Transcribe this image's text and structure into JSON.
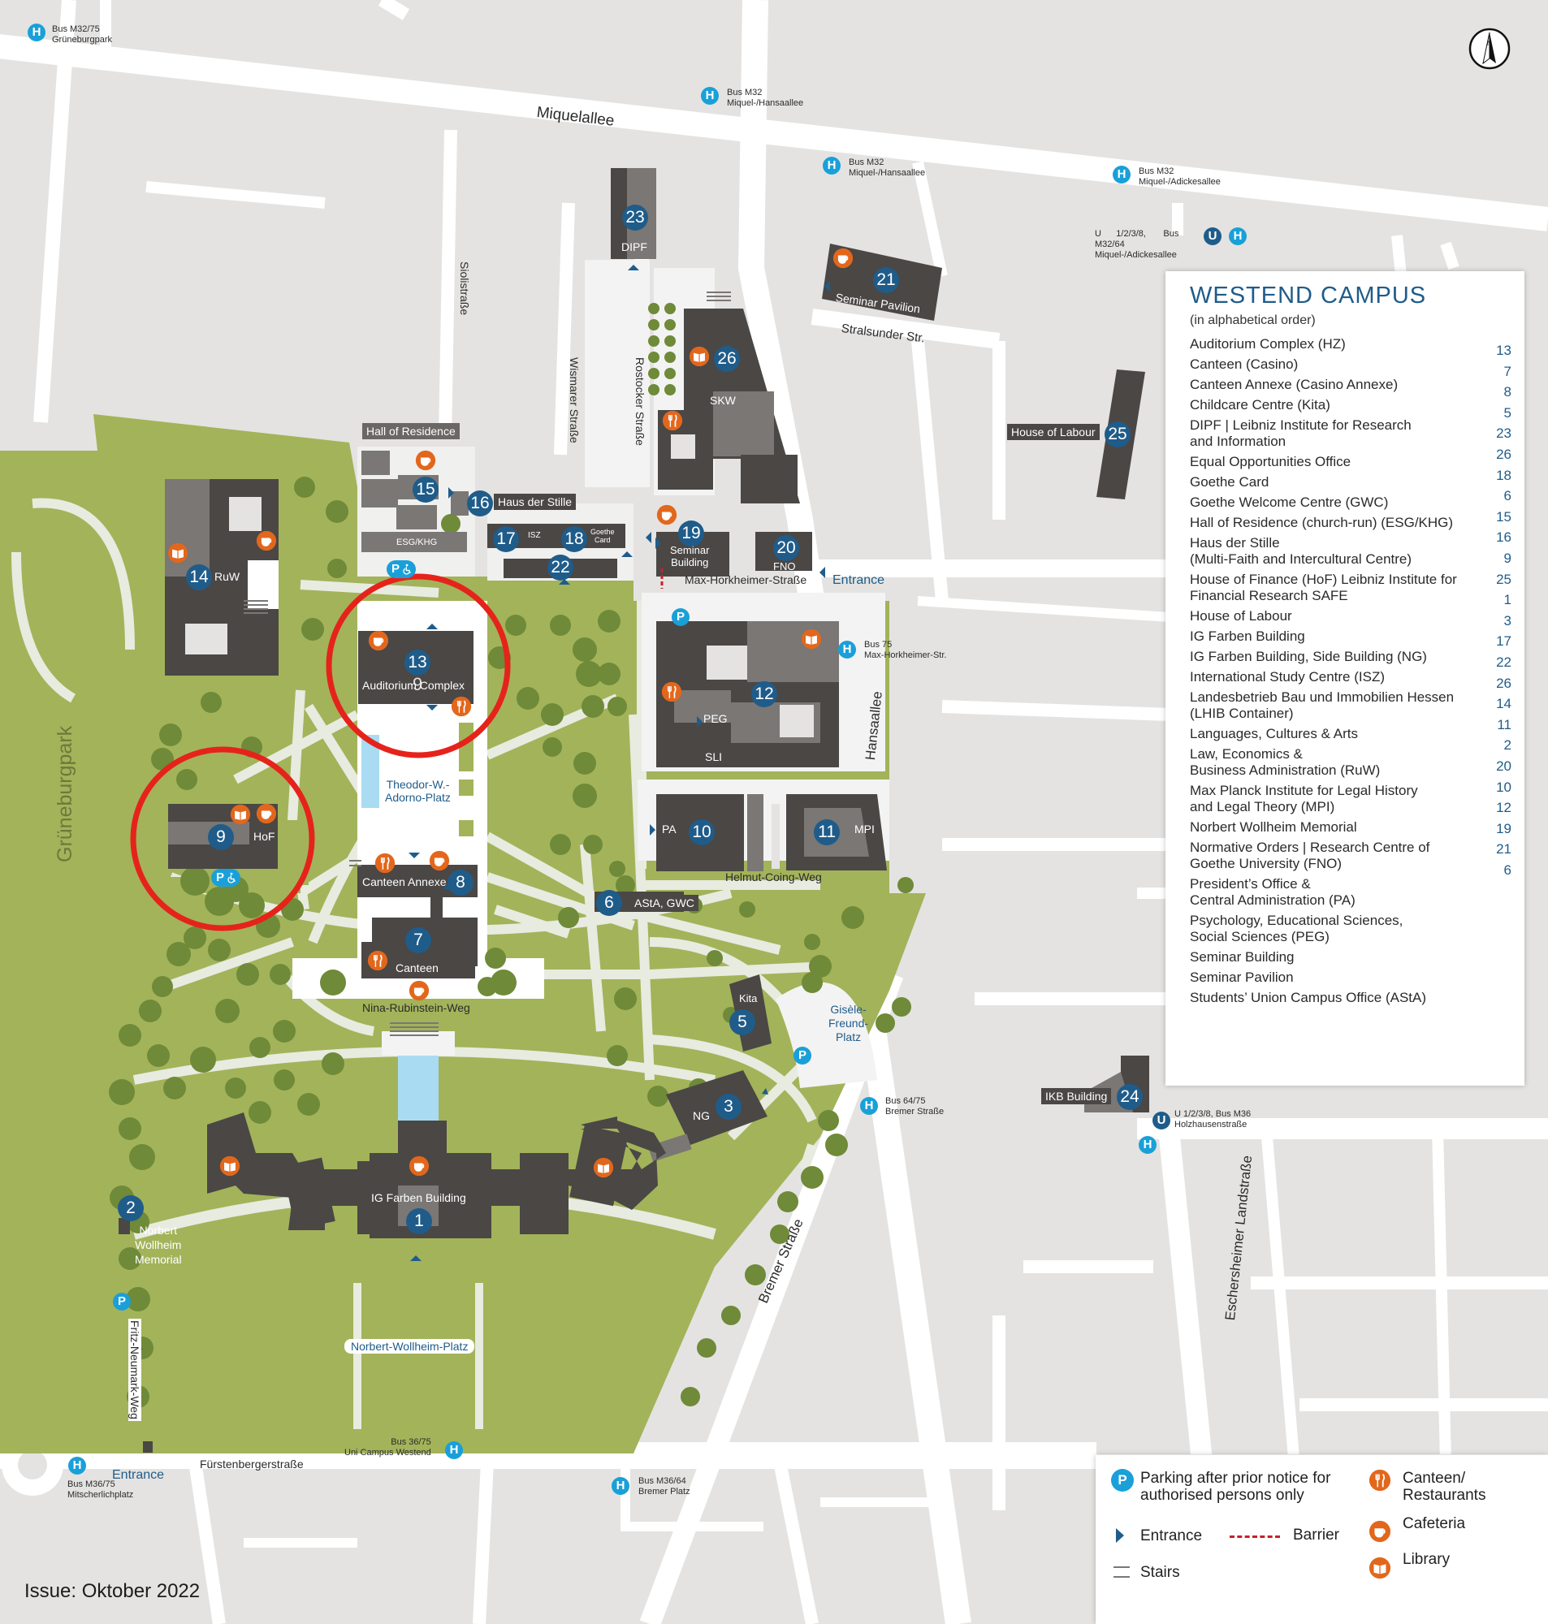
{
  "map": {
    "street_labels": {
      "miquelallee": "Miquelallee",
      "siolistrasse": "Siolistraße",
      "wismarer": "Wismarer Straße",
      "rostocker": "Rostocker Straße",
      "stralsunder": "Stralsunder Str.",
      "max_horkheimer": "Max-Horkheimer-Straße",
      "hansaallee": "Hansaallee",
      "helmut_coing": "Helmut-Coing-Weg",
      "nina_rubinstein": "Nina-Rubinstein-Weg",
      "bremer": "Bremer Straße",
      "eschersheimer": "Eschersheimer Landstraße",
      "fuerstenberger": "Fürstenbergerstraße",
      "fritz_neumark": "Fritz-Neumark-Weg",
      "grueneburgpark": "Grüneburgpark"
    },
    "squares": {
      "adorno": "Theodor-W.-\nAdorno-Platz",
      "gisele": "Gisèle-\nFreund-\nPlatz",
      "wollheim": "Norbert-Wollheim-Platz"
    },
    "entrance_labels": {
      "east": "Entrance",
      "south": "Entrance"
    },
    "bus_stops": {
      "grueneburgpark": "Bus M32/75\nGrüneburgpark",
      "miquel_hansa_1": "Bus M32\nMiquel-/Hansaallee",
      "miquel_hansa_2": "Bus M32\nMiquel-/Hansaallee",
      "miquel_adickes": "Bus M32\nMiquel-/Adickesallee",
      "u_miquel": "U      1/2/3/8,       Bus\nM32/64\nMiquel-/Adickesallee",
      "max_horkheimer": "Bus 75\nMax-Horkheimer-Str.",
      "bremer_strasse": "Bus 64/75\nBremer Straße",
      "holzhausen": "U 1/2/3/8, Bus M36\nHolzhausenstraße",
      "uni_campus": "Bus 36/75\nUni Campus Westend",
      "mitscherlich": "Bus M36/75\nMitscherlichplatz",
      "bremer_platz": "Bus M36/64\nBremer Platz"
    },
    "stop_glyphs": {
      "h": "H",
      "u": "U",
      "p": "P"
    },
    "building_labels": {
      "hall_of_residence": "Hall of Residence",
      "haus_der_stille": "Haus der Stille",
      "esg_khg": "ESG/KHG",
      "isz": "ISZ",
      "goethe_card": "Goethe\nCard",
      "dipf": "DIPF",
      "seminar_pavilion": "Seminar Pavilion",
      "skw": "SKW",
      "seminar_building": "Seminar\nBuilding",
      "fno": "FNO",
      "house_of_labour": "House of Labour",
      "ruw": "RuW",
      "auditorium": "Auditorium Complex",
      "peg": "PEG",
      "sli": "SLI",
      "hof": "HoF",
      "pa": "PA",
      "mpi": "MPI",
      "canteen_annexe": "Canteen Annexe",
      "asta": "AStA, GWC",
      "canteen": "Canteen",
      "kita": "Kita",
      "ng": "NG",
      "ikb": "IKB Building",
      "ig_farben": "IG Farben Building",
      "wollheim_memorial": "Norbert\nWollheim\nMemorial"
    },
    "building_numbers": {
      "n1": "1",
      "n2": "2",
      "n3": "3",
      "n5": "5",
      "n6": "6",
      "n7": "7",
      "n8": "8",
      "n9a": "9",
      "n9b": "9",
      "n10": "10",
      "n11": "11",
      "n12": "12",
      "n13": "13",
      "n14": "14",
      "n15": "15",
      "n16": "16",
      "n17": "17",
      "n18": "18",
      "n19": "19",
      "n20": "20",
      "n21": "21",
      "n22": "22",
      "n23": "23",
      "n24": "24",
      "n25": "25",
      "n26": "26"
    }
  },
  "legend": {
    "title": "WESTEND CAMPUS",
    "subtitle": "(in alphabetical order)",
    "entries": [
      "Auditorium Complex (HZ)",
      "Canteen (Casino)",
      "Canteen Annexe (Casino Annexe)",
      "Childcare Centre (Kita)",
      "DIPF | Leibniz Institute for Research\nand Information",
      "Equal Opportunities Office",
      "Goethe Card",
      "Goethe Welcome Centre (GWC)",
      "Hall of Residence (church-run) (ESG/KHG)",
      "Haus der Stille\n(Multi-Faith and Intercultural Centre)",
      "House of Finance (HoF) Leibniz Institute for\nFinancial Research SAFE",
      "House of Labour",
      "IG Farben Building",
      "IG Farben Building, Side Building (NG)",
      "International Study Centre (ISZ)",
      "Landesbetrieb Bau und Immobilien Hessen\n(LHIB Container)",
      "Languages, Cultures & Arts",
      "Law, Economics &\nBusiness Administration (RuW)",
      "Max Planck Institute for Legal History\nand Legal Theory (MPI)",
      "Norbert Wollheim Memorial",
      "Normative Orders | Research Centre of\nGoethe University (FNO)",
      "President’s Office &\nCentral Administration (PA)",
      "Psychology, Educational Sciences,\nSocial Sciences (PEG)",
      "Seminar Building",
      "Seminar Pavilion",
      "Students’ Union Campus Office (AStA)"
    ],
    "numbers": [
      "13",
      "7",
      "8",
      "5",
      "23",
      "26",
      "18",
      "6",
      "15",
      "16",
      "9",
      "25",
      "1",
      "3",
      "17",
      "22",
      "26",
      "14",
      "11",
      "2",
      "20",
      "10",
      "12",
      "19",
      "21",
      "6"
    ]
  },
  "key": {
    "parking_glyph": "P",
    "parking_note": "Parking after prior notice for\nauthorised persons only",
    "entrance": "Entrance",
    "barrier": "Barrier",
    "stairs": "Stairs",
    "canteen_restaurants": "Canteen/\nRestaurants",
    "cafeteria": "Cafeteria",
    "library": "Library"
  },
  "issue": "Issue: Oktober 2022",
  "colors": {
    "street": "#ffffff",
    "block": "#e4e3e1",
    "park": "#a3b35a",
    "tree": "#6f8a38",
    "building": "#4a4745",
    "building_light": "#7a7775",
    "number_badge": "#1f5c8a",
    "bus_stop": "#1aa0d8",
    "amenity": "#e2671c",
    "highlight_circle": "#e5231b",
    "pool": "#a9dcf3"
  }
}
